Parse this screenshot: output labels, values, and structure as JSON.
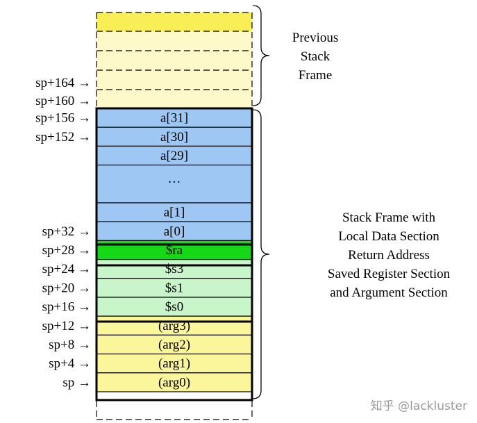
{
  "colors": {
    "previous_yellow_top": "#f8ee55",
    "previous_yellow": "#fdf9c8",
    "array_blue": "#9fc7f3",
    "return_green": "#16d816",
    "saved_green": "#c9f5cb",
    "arg_yellow": "#fbf59b",
    "border": "#000000"
  },
  "previous_frame": {
    "label_lines": [
      "Previous",
      "Stack",
      "Frame"
    ],
    "offsets": [
      "sp+164 →",
      "sp+160 →"
    ]
  },
  "current_frame": {
    "label_lines": [
      "Stack Frame with",
      "Local Data Section",
      "Return Address",
      "Saved Register Section",
      "and Argument Section"
    ]
  },
  "slots": [
    {
      "text": "a[31]",
      "offset": "sp+156 →",
      "section": "array"
    },
    {
      "text": "a[30]",
      "offset": "sp+152 →",
      "section": "array"
    },
    {
      "text": "a[29]",
      "offset": "",
      "section": "array"
    },
    {
      "text": "…",
      "offset": "",
      "section": "array"
    },
    {
      "text": "a[1]",
      "offset": "",
      "section": "array"
    },
    {
      "text": "a[0]",
      "offset": "sp+32 →",
      "section": "array"
    },
    {
      "text": "$ra",
      "offset": "sp+28 →",
      "section": "return"
    },
    {
      "text": "$s3",
      "offset": "sp+24 →",
      "section": "saved"
    },
    {
      "text": "$s1",
      "offset": "sp+20 →",
      "section": "saved"
    },
    {
      "text": "$s0",
      "offset": "sp+16 →",
      "section": "saved"
    },
    {
      "text": "(arg3)",
      "offset": "sp+12 →",
      "section": "args"
    },
    {
      "text": "(arg2)",
      "offset": "sp+8 →",
      "section": "args"
    },
    {
      "text": "(arg1)",
      "offset": "sp+4 →",
      "section": "args"
    },
    {
      "text": "(arg0)",
      "offset": "sp →",
      "section": "args"
    }
  ],
  "watermark": "知乎 @lackluster"
}
